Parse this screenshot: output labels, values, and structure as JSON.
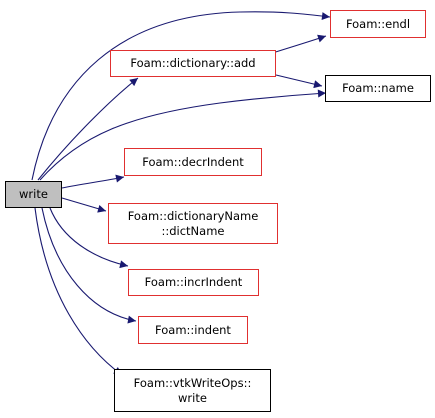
{
  "root": {
    "label": "write"
  },
  "nodes": {
    "endl": {
      "label": "Foam::endl"
    },
    "dict_add": {
      "label": "Foam::dictionary::add"
    },
    "name": {
      "label": "Foam::name"
    },
    "decr": {
      "label": "Foam::decrIndent"
    },
    "dictname1": {
      "label": "Foam::dictionaryName"
    },
    "dictname2": {
      "label": "::dictName"
    },
    "incr": {
      "label": "Foam::incrIndent"
    },
    "indent": {
      "label": "Foam::indent"
    },
    "vtk1": {
      "label": "Foam::vtkWriteOps::"
    },
    "vtk2": {
      "label": "write"
    }
  },
  "colors": {
    "edge": "#191970",
    "link_border": "#e03030",
    "root_fill": "#bfbfbf"
  }
}
